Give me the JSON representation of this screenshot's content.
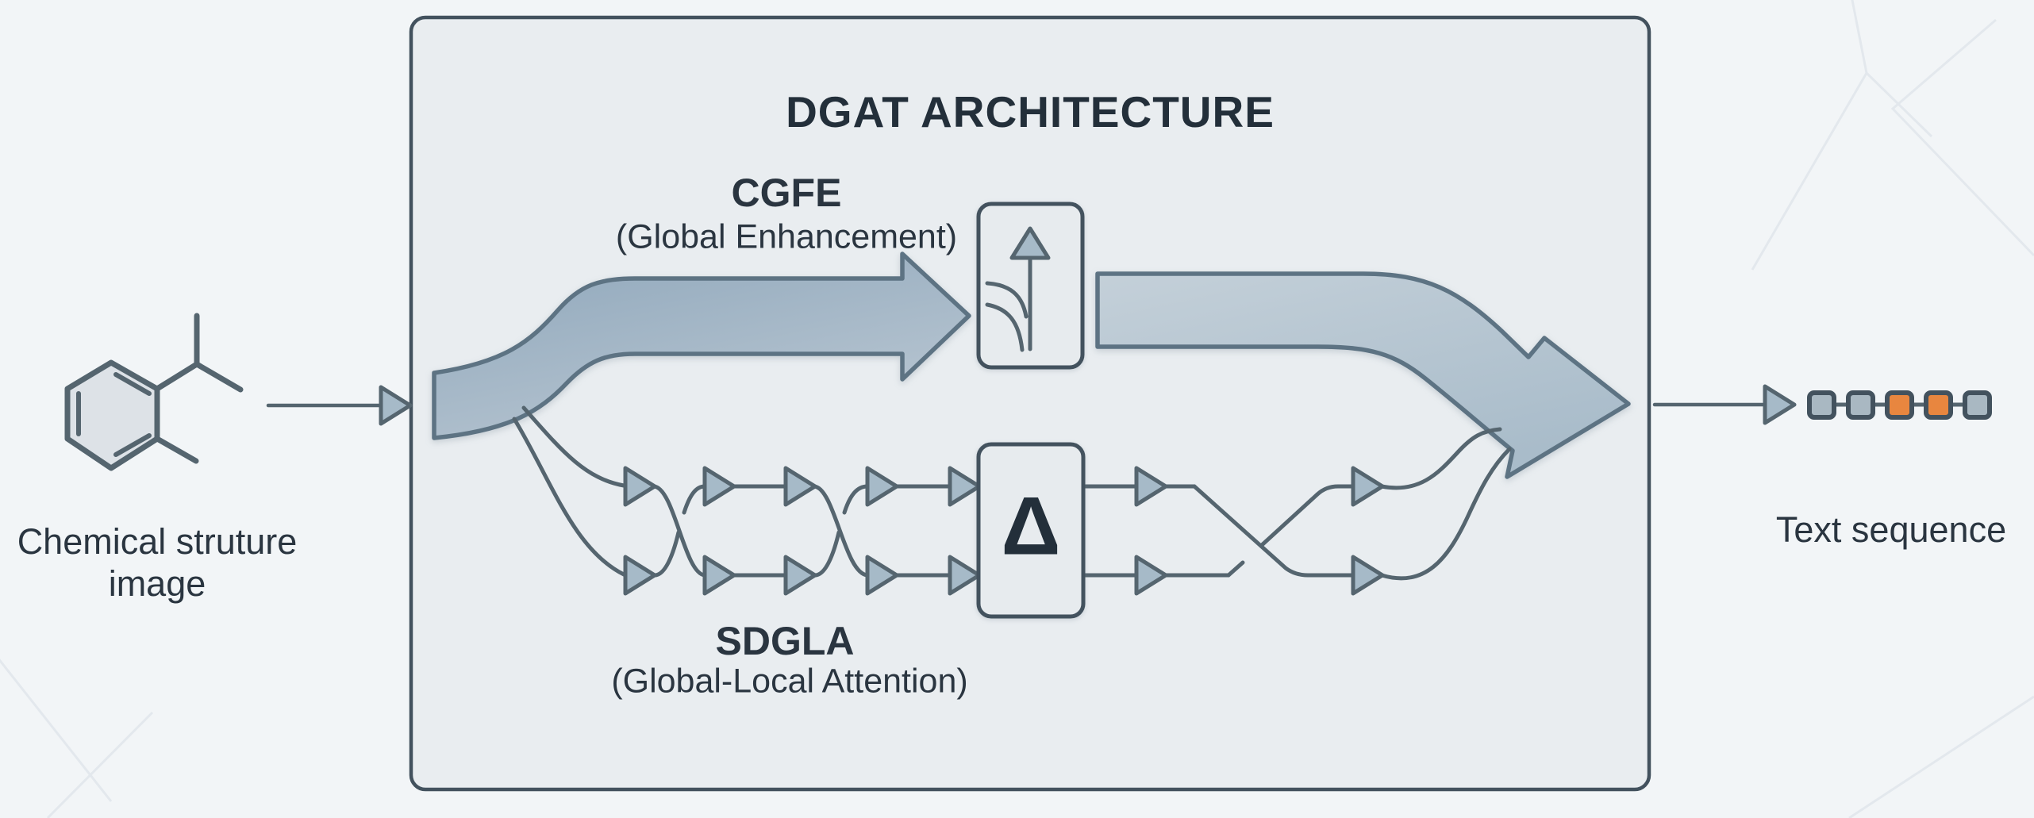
{
  "title": "DGAT ARCHITECTURE",
  "input": {
    "label": "Chemical struture\nimage"
  },
  "output": {
    "label": "Text sequence",
    "tokens": [
      "blue",
      "blue",
      "orange",
      "orange",
      "blue"
    ]
  },
  "cgfe": {
    "name": "CGFE",
    "subtitle": "(Global Enhancement)"
  },
  "sdgla": {
    "name": "SDGLA",
    "subtitle": "(Global-Local Attention)"
  },
  "delta_module": {
    "symbol": "Δ"
  },
  "colors": {
    "bg": "#f2f5f7",
    "bg_line": "#e3e8ed",
    "box_fill": "#e9edf0",
    "box_border": "#43525e",
    "line": "#55656f",
    "tri_fill": "#a6bac8",
    "band_stroke": "#5d7383",
    "band1_from": "#8fa7bb",
    "band1_to": "#b7c5d1",
    "band2_from": "#c4d0d9",
    "band2_to": "#a9bcca",
    "module_fill": "#e7ebee",
    "hex_fill": "#dde2e7",
    "token_blue": "#a9b8c2",
    "token_orange": "#e8863f",
    "text": "#2a3540",
    "title": "#232f3a"
  }
}
